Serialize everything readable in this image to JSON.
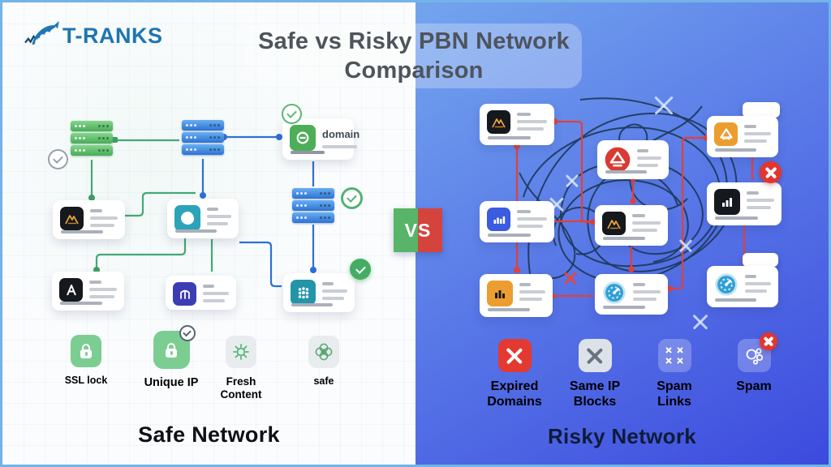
{
  "header": {
    "logo_text": "T-RANKS",
    "title_line1": "Safe vs Risky PBN Network",
    "title_line2": "Comparison"
  },
  "vs_badge": {
    "text": "VS",
    "left_color": "#57b468",
    "right_color": "#d5443c"
  },
  "safe": {
    "network_label": "Safe Network",
    "domain_card_label": "domain",
    "legend": [
      {
        "label": "SSL lock",
        "icon": "lock-icon",
        "tile_color": "#7ccd92"
      },
      {
        "label": "Unique IP",
        "icon": "lock-check-icon",
        "tile_color": "#7ccd92"
      },
      {
        "label": "Fresh Content",
        "icon": "sparkle-icon",
        "tile_color": "#e8ecef"
      },
      {
        "label": "safe",
        "icon": "knot-icon",
        "tile_color": "#e8ecef"
      }
    ],
    "accent_link_green": "#4caf7d",
    "accent_link_blue": "#2e6fd6"
  },
  "risky": {
    "network_label": "Risky Network",
    "legend": [
      {
        "label": "Expired Domains",
        "icon": "x-red-icon",
        "tile_color": "#e23a31"
      },
      {
        "label": "Same IP Blocks",
        "icon": "x-gray-icon",
        "tile_color": "#dde2ea"
      },
      {
        "label": "Spam Links",
        "icon": "multi-x-icon",
        "tile_color": "rgba(255,255,255,0.24)"
      },
      {
        "label": "Spam",
        "icon": "spam-bubbles-icon",
        "tile_color": "rgba(255,255,255,0.24)"
      }
    ],
    "accent_link_red": "#e0382f",
    "tangle_color": "#1d3a5c"
  },
  "colors": {
    "brand_blue": "#1d76b0",
    "frame_border": "#74b3e8",
    "risky_gradient_top": "#73a5ee",
    "risky_gradient_bottom": "#3c4ade",
    "title_text": "#4e545c"
  },
  "icons": {
    "check_glyph": "✓",
    "cross_glyph": "✕",
    "server_glyph": "stacked-server-rows",
    "shark_glyph": "t-ranks-shark-swoosh"
  }
}
